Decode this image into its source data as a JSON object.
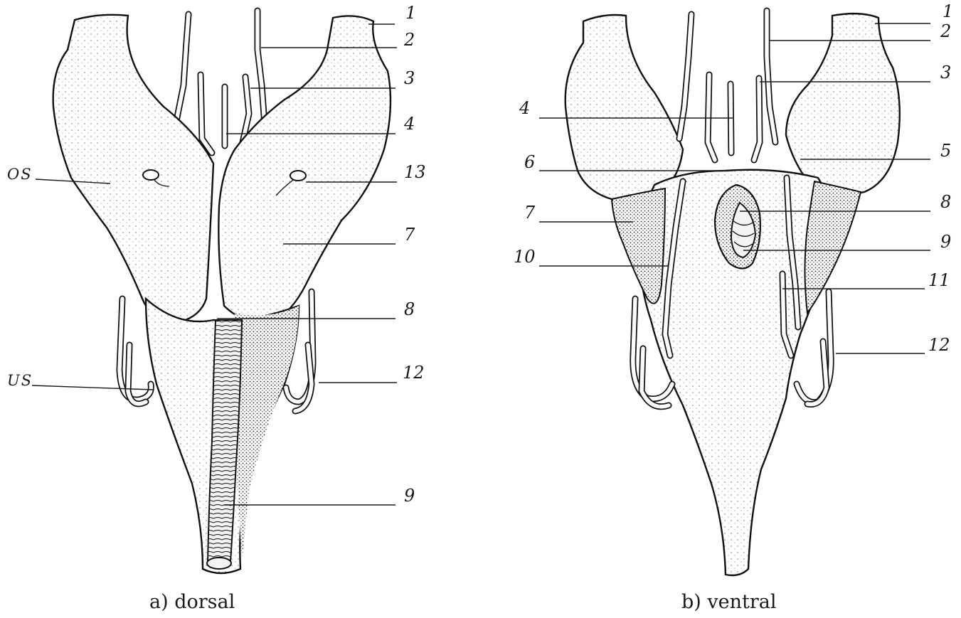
{
  "panels": [
    {
      "caption": "a)  dorsal",
      "side_labels": [
        "OS",
        "US"
      ],
      "right_labels": [
        "1",
        "2",
        "3",
        "4",
        "13",
        "7",
        "8",
        "12",
        "9"
      ]
    },
    {
      "caption": "b)  ventral",
      "left_labels": [
        "4",
        "6",
        "7",
        "10"
      ],
      "right_labels": [
        "1",
        "2",
        "3",
        "5",
        "8",
        "9",
        "11",
        "12"
      ]
    }
  ]
}
